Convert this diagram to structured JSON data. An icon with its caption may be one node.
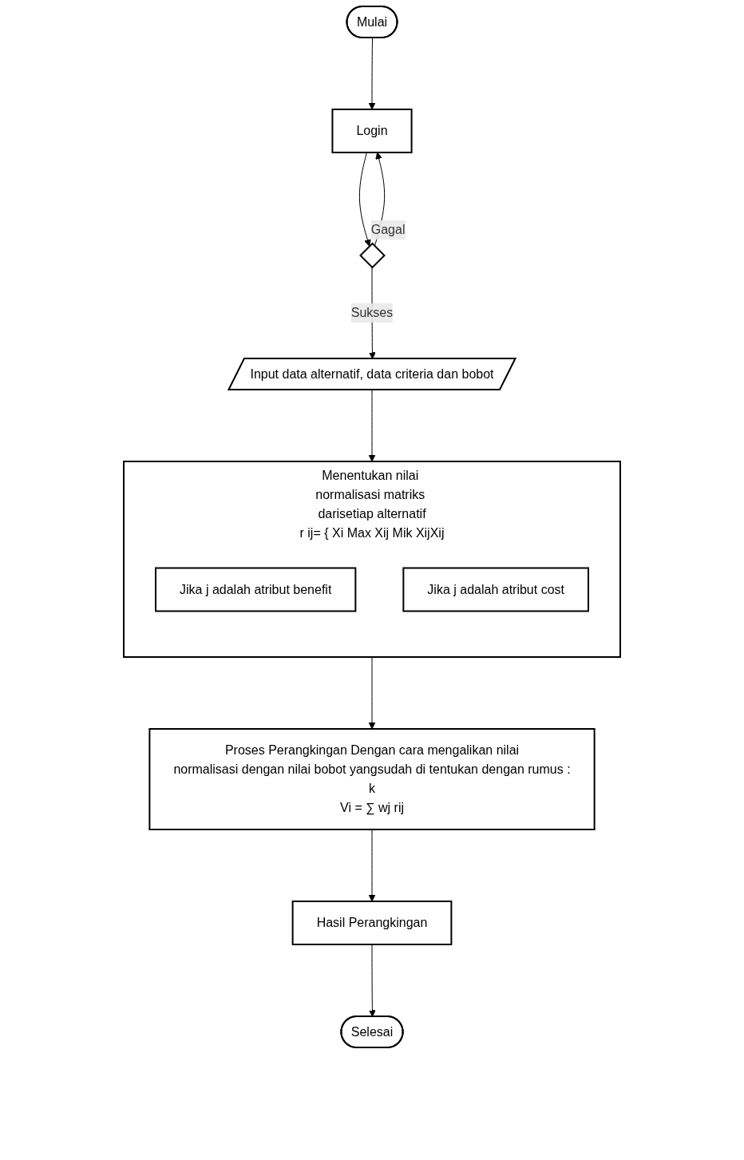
{
  "diagram": {
    "nodes": [
      {
        "text": [
          "Mulai"
        ]
      },
      {
        "text": [
          "Login"
        ]
      },
      {
        "text": [],
        "shape": "diamond"
      },
      {
        "text": [
          "Input data alternatif, data criteria dan bobot"
        ]
      },
      {
        "text": [
          "Menentukan nilai normalisasi matriks darisetiap alternatif",
          "r ij= { Xi Max Xij Mik XijXij"
        ]
      },
      {
        "text": [
          "Jika j adalah atribut benefit"
        ],
        "in": 4
      },
      {
        "text": [
          "Jika j adalah atribut cost"
        ],
        "in": 4
      },
      {
        "text": [
          "Proses Perangkingan Dengan cara mengalikan nilai",
          "normalisasi dengan nilai bobot yangsudah di tentukan dengan rumus :",
          "k",
          "Vi = ∑ wj rij"
        ]
      },
      {
        "text": [
          "Hasil Perangkingan"
        ]
      },
      {
        "text": [
          "Selesai"
        ]
      }
    ],
    "edges": [
      {
        "from": 0,
        "to": 1,
        "arrow": "to"
      },
      {
        "from": 1,
        "to": 2,
        "arrow": "to"
      },
      {
        "from": 2,
        "to": 1,
        "arrow": "to",
        "label": "Gagal"
      },
      {
        "from": 2,
        "to": 3,
        "arrow": "to",
        "label": "Sukses"
      },
      {
        "from": 3,
        "to": 4,
        "arrow": "to"
      },
      {
        "from": 4,
        "to": 7,
        "arrow": "to"
      },
      {
        "from": 7,
        "to": 8,
        "arrow": "to"
      },
      {
        "from": 8,
        "to": 9,
        "arrow": "to"
      }
    ]
  }
}
